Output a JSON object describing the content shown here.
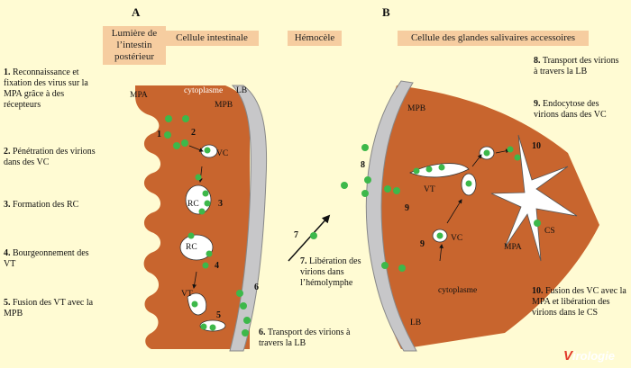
{
  "panels": {
    "a": "A",
    "b": "B"
  },
  "headers": {
    "lumen": "Lumière de l’intestin postérieur",
    "intestinal_cell": "Cellule intestinale",
    "hemocoel": "Hémocèle",
    "salivary_cell": "Cellule des glandes salivaires accessoires"
  },
  "steps_left": [
    {
      "n": "1.",
      "text": "Reconnaissance et fixation des virus sur la MPA grâce à des récepteurs"
    },
    {
      "n": "2.",
      "text": "Pénétration des virions dans des VC"
    },
    {
      "n": "3.",
      "text": "Formation des RC"
    },
    {
      "n": "4.",
      "text": "Bourgeonnement des VT"
    },
    {
      "n": "5.",
      "text": "Fusion des VT avec la MPB"
    }
  ],
  "step6": {
    "n": "6.",
    "text": "Transport des virions à travers la LB"
  },
  "step7": {
    "n": "7.",
    "text": "Libération des virions dans l’hémolymphe"
  },
  "steps_right": [
    {
      "n": "8.",
      "text": "Transport des virions à travers la LB"
    },
    {
      "n": "9.",
      "text": "Endocytose des virions dans des VC"
    },
    {
      "n": "10.",
      "text": "Fusion des VC avec la MPA et libération des virions dans le CS"
    }
  ],
  "labels": {
    "mpa": "MPA",
    "cytoplasme": "cytoplasme",
    "mpb": "MPB",
    "lb": "LB",
    "vc": "VC",
    "rc": "RC",
    "vt": "VT",
    "cs": "CS"
  },
  "diagram_numbers": [
    "1",
    "2",
    "3",
    "4",
    "5",
    "6",
    "7",
    "8",
    "9",
    "10"
  ],
  "logo": {
    "initial": "V",
    "rest": "irologie"
  },
  "colors": {
    "background": "#FFFBD3",
    "header": "#F6CDA0",
    "cell": "#C8652E",
    "virion": "#3DB84A",
    "lamina": "#C7C7C9"
  }
}
